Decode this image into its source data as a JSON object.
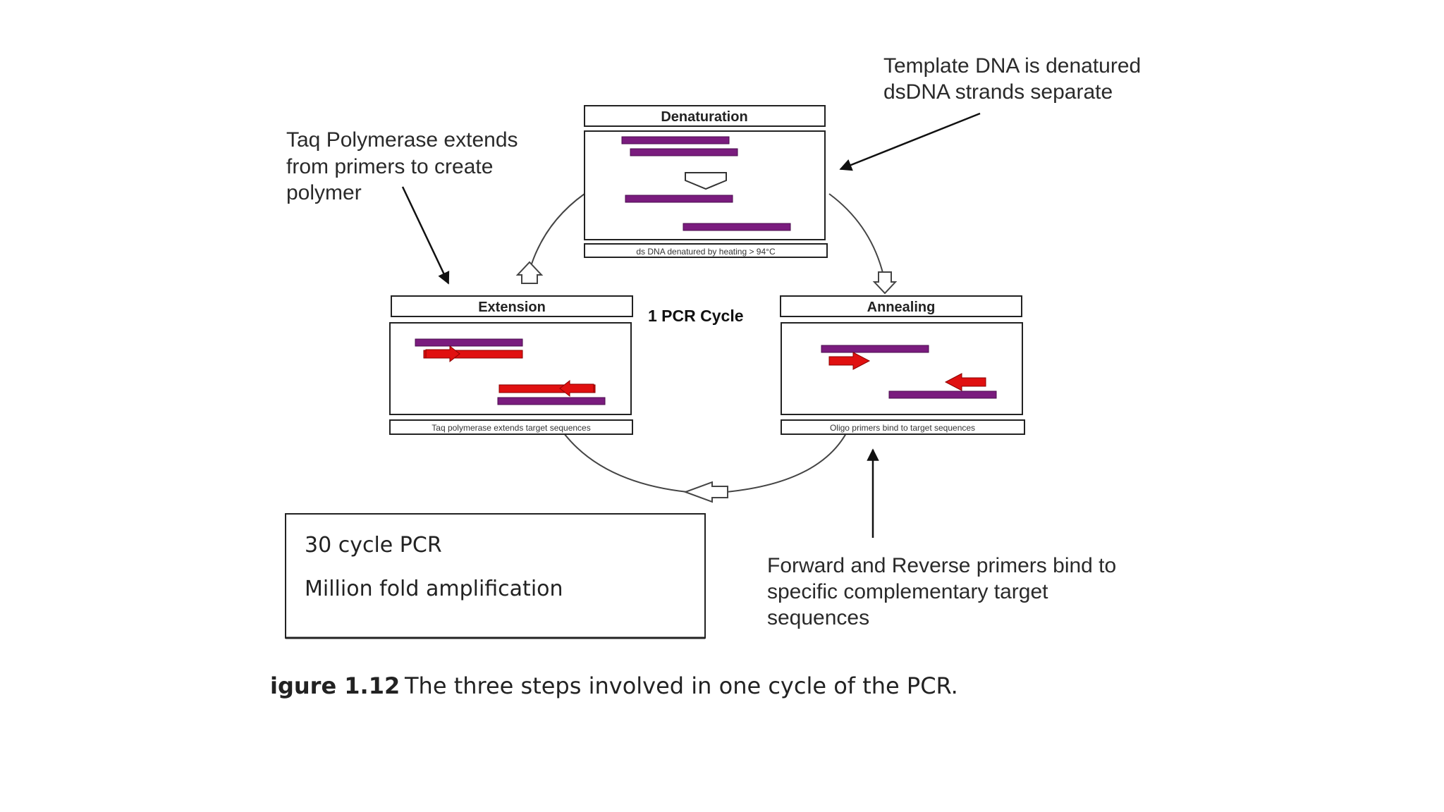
{
  "diagram": {
    "cycle_label": "1 PCR Cycle",
    "steps": [
      {
        "id": "denaturation",
        "title": "Denaturation",
        "caption": "ds DNA denatured by heating > 94°C"
      },
      {
        "id": "annealing",
        "title": "Annealing",
        "caption": "Oligo primers bind to target sequences"
      },
      {
        "id": "extension",
        "title": "Extension",
        "caption": "Taq polymerase extends target sequences"
      }
    ],
    "annotations": {
      "denaturation": [
        "Template DNA is denatured",
        "dsDNA strands separate"
      ],
      "extension": [
        "Taq Polymerase extends",
        "from primers to create",
        "polymer"
      ],
      "annealing": [
        "Forward and Reverse primers bind to",
        "specific complementary target",
        "sequences"
      ]
    },
    "summary": {
      "line1": "30 cycle PCR",
      "line2": "Million fold amplification"
    },
    "colors": {
      "dna_strand": "#7a1c7e",
      "primer": "#e01010"
    }
  },
  "caption": {
    "label": "igure 1.12",
    "text": "The three steps involved in one cycle of the PCR."
  }
}
